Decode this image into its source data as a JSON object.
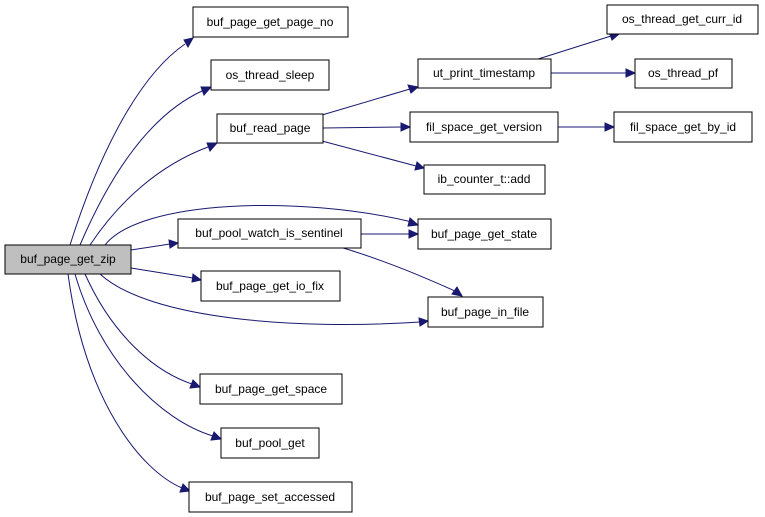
{
  "nodes": {
    "root": "buf_page_get_zip",
    "get_page_no": "buf_page_get_page_no",
    "thread_sleep": "os_thread_sleep",
    "read_page": "buf_read_page",
    "watch_sentinel": "buf_pool_watch_is_sentinel",
    "io_fix": "buf_page_get_io_fix",
    "get_space": "buf_page_get_space",
    "pool_get": "buf_pool_get",
    "set_accessed": "buf_page_set_accessed",
    "print_ts": "ut_print_timestamp",
    "space_version": "fil_space_get_version",
    "counter_add": "ib_counter_t::add",
    "get_state": "buf_page_get_state",
    "in_file": "buf_page_in_file",
    "curr_id": "os_thread_get_curr_id",
    "thread_pf": "os_thread_pf",
    "space_by_id": "fil_space_get_by_id"
  },
  "colors": {
    "edge": "#191970",
    "root_fill": "#bfbfbf",
    "node_fill": "#ffffff",
    "border": "#000000"
  }
}
